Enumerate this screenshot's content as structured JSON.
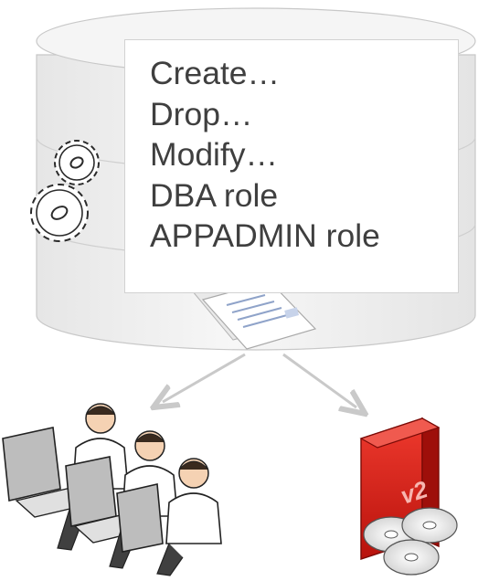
{
  "privileges": {
    "items": [
      "Create…",
      "Drop…",
      "Modify…",
      "DBA role",
      "APPADMIN role"
    ]
  },
  "icons": {
    "database": "database-cylinder-icon",
    "gears": "gears-icon",
    "documents": "documents-icon",
    "operators": "operators-at-workstations-icon",
    "software": "software-box-v2-icon"
  },
  "software_box": {
    "version_label": "v2"
  },
  "colors": {
    "cylinder_fill": "#f0f0f0",
    "cylinder_edge": "#c8c8c8",
    "arrow": "#c9c9c9",
    "text": "#3f3f3f",
    "box_red": "#d81e1e"
  }
}
